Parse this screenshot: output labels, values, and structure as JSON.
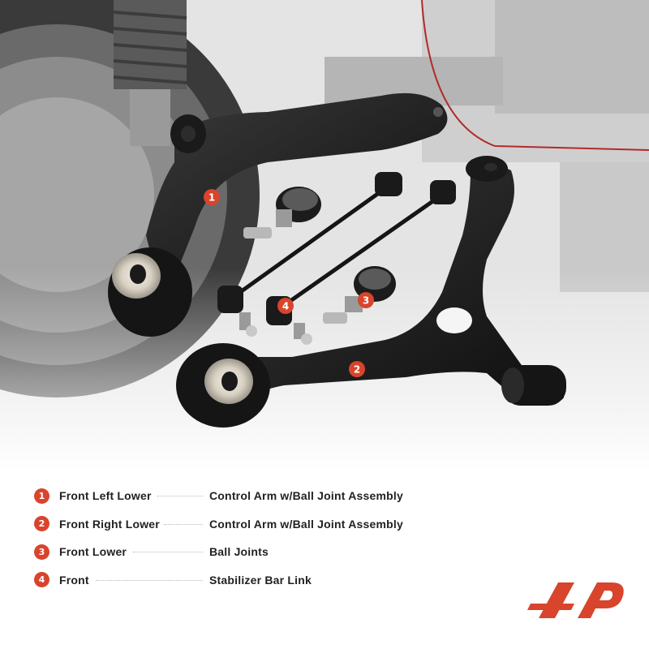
{
  "photo": {
    "callouts": [
      {
        "number": "1"
      },
      {
        "number": "2"
      },
      {
        "number": "3"
      },
      {
        "number": "4"
      }
    ]
  },
  "legend": {
    "items": [
      {
        "number": "1",
        "position": "Front Left Lower",
        "part": "Control Arm w/Ball Joint Assembly"
      },
      {
        "number": "2",
        "position": "Front Right Lower",
        "part": "Control Arm w/Ball Joint Assembly"
      },
      {
        "number": "3",
        "position": "Front Lower",
        "part": "Ball Joints"
      },
      {
        "number": "4",
        "position": "Front",
        "part": "Stabilizer Bar Link"
      }
    ]
  },
  "colors": {
    "accent": "#d8442c",
    "part_black": "#1c1c1c",
    "background": "#ffffff"
  },
  "logo": {
    "icon": "ap-brand-logo"
  }
}
